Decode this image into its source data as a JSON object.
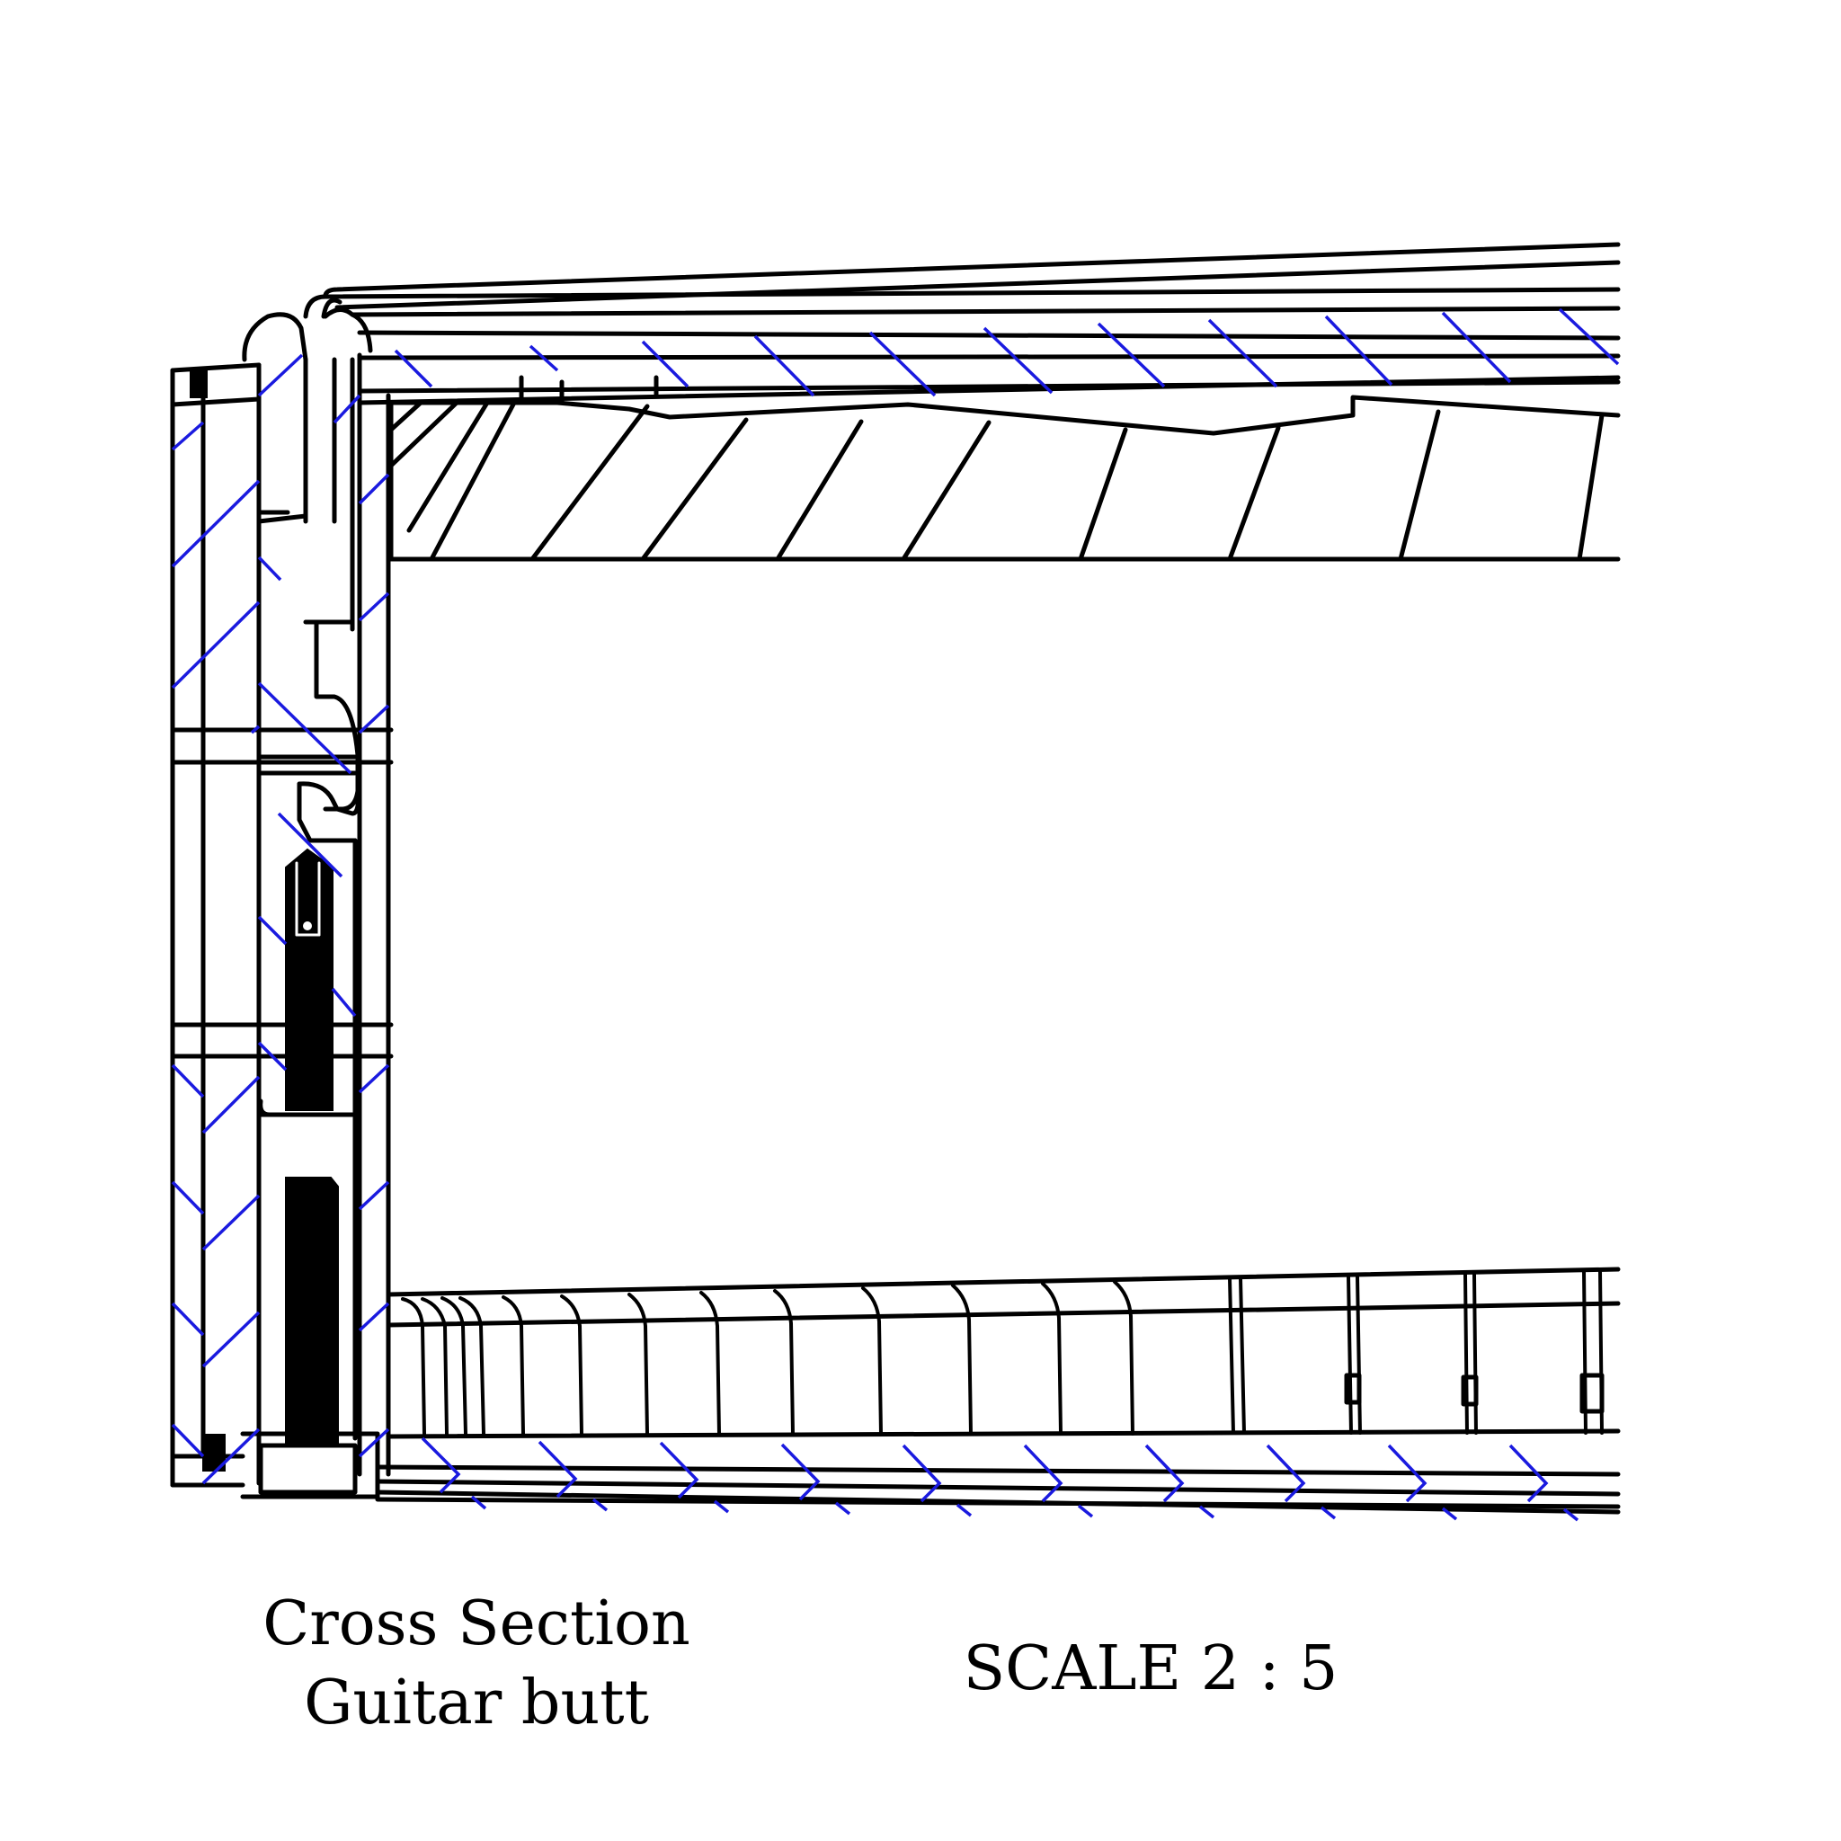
{
  "caption": {
    "title": "Cross Section",
    "subtitle": "Guitar butt",
    "scale": "SCALE 2 : 5"
  },
  "colors": {
    "outline": "#000000",
    "section_hatch": "#1a1adf",
    "background": "#ffffff"
  }
}
